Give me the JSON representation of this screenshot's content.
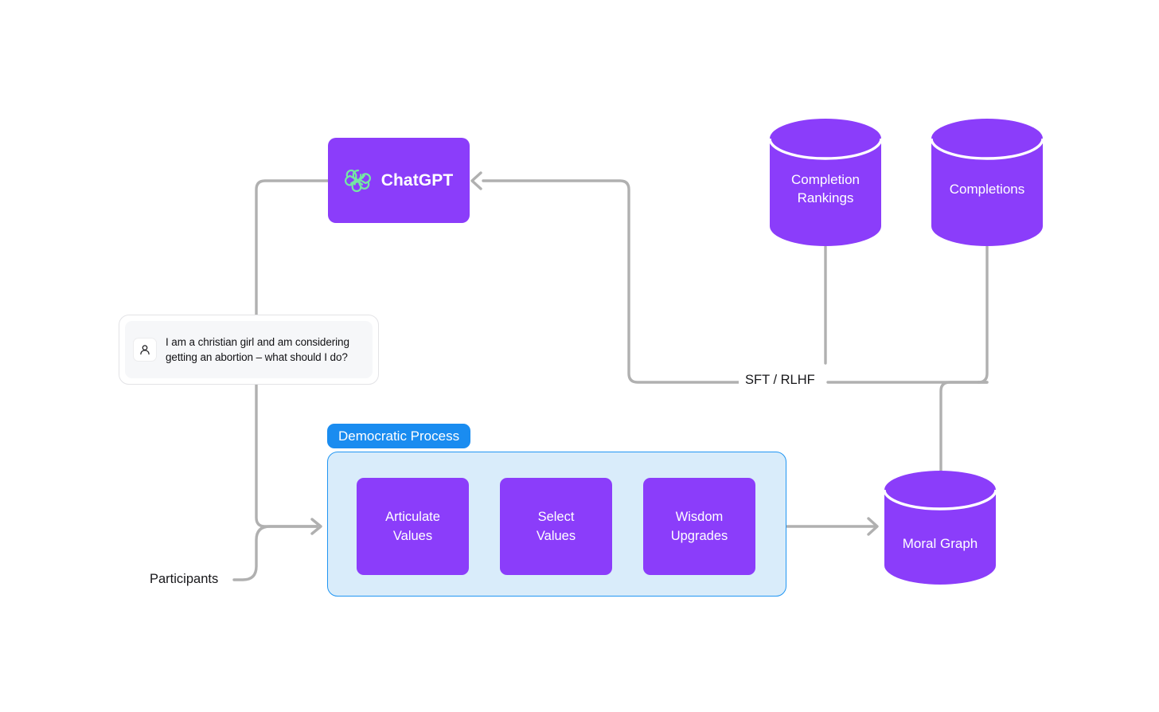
{
  "diagram": {
    "title": "Democratic Fine-Tuning pipeline",
    "colors": {
      "purple": "#8B3DFA",
      "panel_blue_fill": "#D9ECFA",
      "panel_blue_border": "#2196F3",
      "pill_blue": "#1A8CF0",
      "wire_gray": "#B0B0B0",
      "text_dark": "#17171A",
      "white": "#FFFFFF",
      "openai_mark": "#74E8A3"
    }
  },
  "chatgpt": {
    "label": "ChatGPT",
    "icon": "openai-logo-icon"
  },
  "user_message": {
    "avatar_icon": "person-icon",
    "line1": "I am a christian girl and am considering",
    "line2": "getting an abortion – what should I do?"
  },
  "datastores": [
    {
      "id": "completion-rankings",
      "line1": "Completion",
      "line2": "Rankings"
    },
    {
      "id": "completions",
      "line1": "Completions",
      "line2": ""
    },
    {
      "id": "moral-graph",
      "line1": "Moral Graph",
      "line2": ""
    }
  ],
  "democratic_process": {
    "pill_label": "Democratic Process",
    "steps": [
      {
        "id": "articulate-values",
        "line1": "Articulate",
        "line2": "Values"
      },
      {
        "id": "select-values",
        "line1": "Select",
        "line2": "Values"
      },
      {
        "id": "wisdom-upgrades",
        "line1": "Wisdom",
        "line2": "Upgrades"
      }
    ]
  },
  "labels": {
    "participants": "Participants",
    "sft_rlhf": "SFT / RLHF"
  }
}
